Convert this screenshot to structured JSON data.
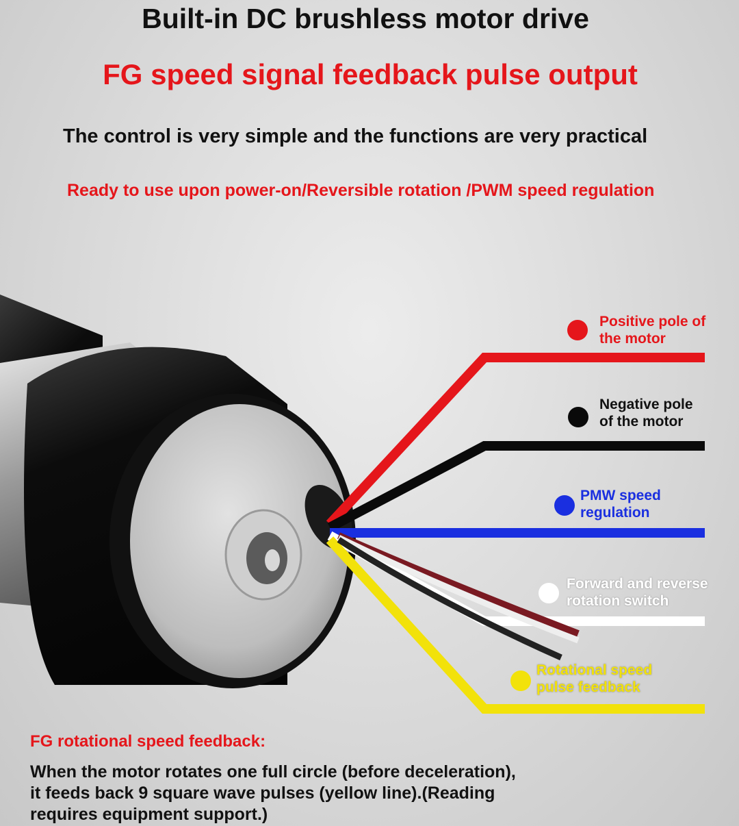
{
  "header": {
    "title": "Built-in DC brushless motor drive",
    "subtitle": "FG speed signal feedback pulse output",
    "tagline": "The control is very simple and the functions are very practical",
    "features": "Ready to use upon power-on/Reversible rotation /PWM speed regulation"
  },
  "wires": [
    {
      "lines": [
        "Positive pole of",
        "the motor"
      ],
      "color": "#e5161b"
    },
    {
      "lines": [
        "Negative pole",
        "of the motor"
      ],
      "color": "#111111"
    },
    {
      "lines": [
        "PMW speed",
        "regulation"
      ],
      "color": "#1a2fe0"
    },
    {
      "lines": [
        "Forward and reverse",
        "rotation switch"
      ],
      "color": "#ffffff"
    },
    {
      "lines": [
        "Rotational speed",
        "pulse feedback"
      ],
      "color": "#f2e20a"
    }
  ],
  "footer": {
    "heading": "FG rotational speed feedback:",
    "body_lines": [
      "When the motor rotates one full circle (before deceleration),",
      "it feeds back 9 square wave pulses (yellow line).(Reading",
      "requires equipment support.)"
    ]
  }
}
